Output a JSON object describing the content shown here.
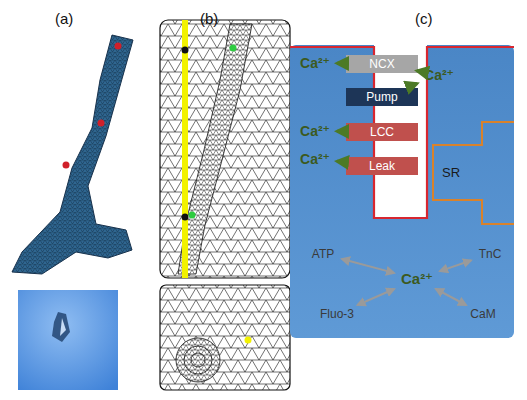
{
  "diagram": {
    "nodes": [
      {
        "text": [
          "Ca²⁺"
        ]
      },
      {
        "text": [
          "NCX"
        ]
      },
      {
        "text": [
          "Ca²⁺"
        ]
      },
      {
        "text": [
          "Pump"
        ]
      },
      {
        "text": [
          "Ca²⁺"
        ]
      },
      {
        "text": [
          "LCC"
        ]
      },
      {
        "text": [
          "Ca²⁺"
        ]
      },
      {
        "text": [
          "Leak"
        ]
      },
      {
        "text": [
          "SR"
        ]
      },
      {
        "text": [
          "ATP"
        ]
      },
      {
        "text": [
          "Ca²⁺"
        ]
      },
      {
        "text": [
          "TnC"
        ]
      },
      {
        "text": [
          "Fluo-3"
        ]
      },
      {
        "text": [
          "CaM"
        ]
      }
    ],
    "edges": [
      {
        "from": 1,
        "to": 0,
        "arrow": "to"
      },
      {
        "from": 1,
        "to": 2,
        "arrow": "to"
      },
      {
        "from": 3,
        "to": 2,
        "arrow": "to"
      },
      {
        "from": 5,
        "to": 4,
        "arrow": "to"
      },
      {
        "from": 7,
        "to": 6,
        "arrow": "to"
      },
      {
        "from": 9,
        "to": 10,
        "arrow": "both"
      },
      {
        "from": 10,
        "to": 11,
        "arrow": "both"
      },
      {
        "from": 10,
        "to": 12,
        "arrow": "both"
      },
      {
        "from": 10,
        "to": 13,
        "arrow": "both"
      }
    ],
    "labels": [
      "(a)",
      "(b)",
      "(c)"
    ]
  }
}
